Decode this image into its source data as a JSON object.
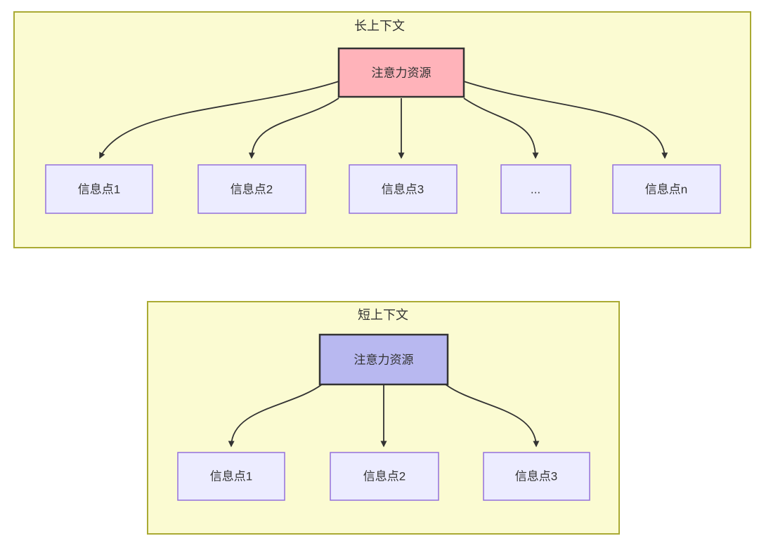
{
  "long_context": {
    "title": "长上下文",
    "attention_label": "注意力资源",
    "info_nodes": [
      "信息点1",
      "信息点2",
      "信息点3",
      "...",
      "信息点n"
    ]
  },
  "short_context": {
    "title": "短上下文",
    "attention_label": "注意力资源",
    "info_nodes": [
      "信息点1",
      "信息点2",
      "信息点3"
    ]
  },
  "colors": {
    "container_fill": "#fbfbd2",
    "container_border": "#aaaa33",
    "long_attention_fill": "#ffb3ba",
    "short_attention_fill": "#b8b8f0",
    "attention_border": "#333333",
    "info_fill": "#ececff",
    "info_border": "#9370db",
    "edge_color": "#333333",
    "text_color": "#333333"
  }
}
